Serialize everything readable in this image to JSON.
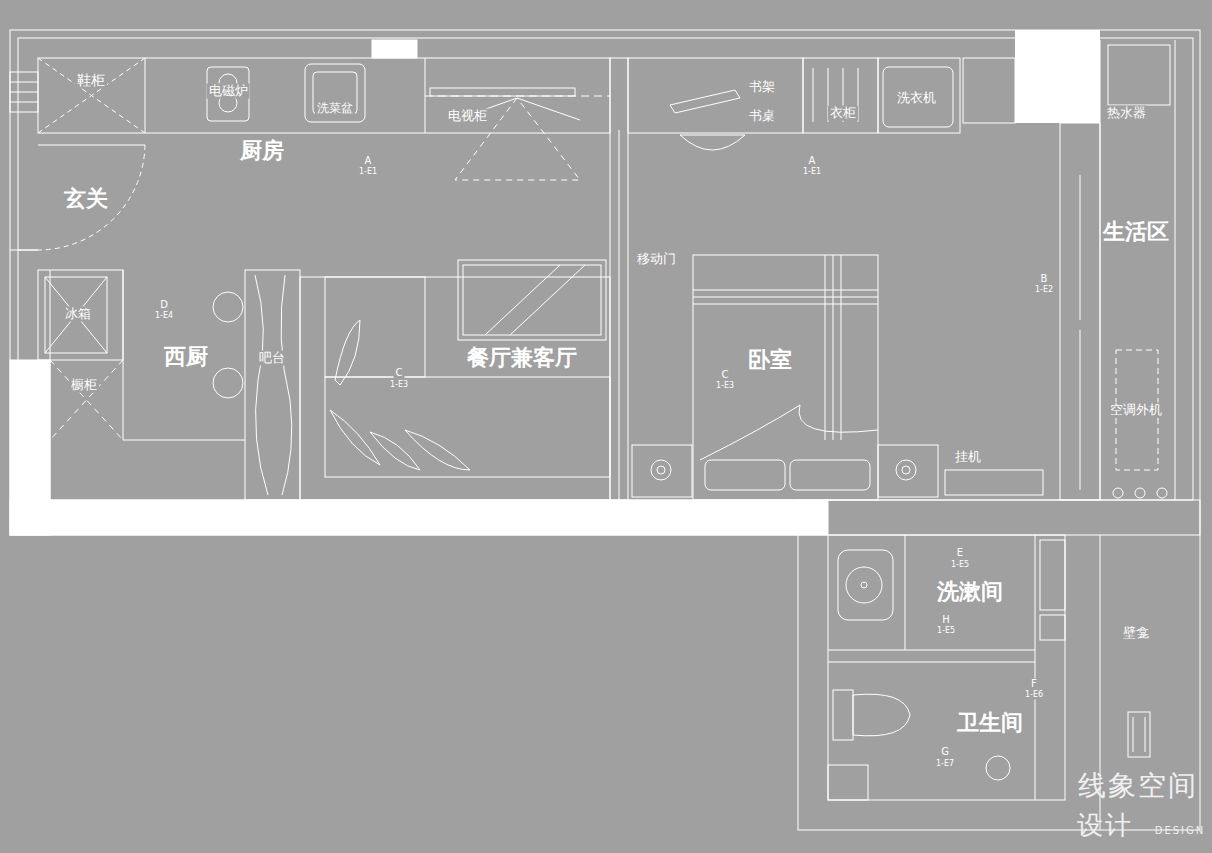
{
  "diagram": {
    "labels": [
      "鞋柜",
      "电磁炉",
      "洗菜盆",
      "电视柜",
      "厨房",
      "A",
      "1-E1",
      "玄关",
      "冰箱",
      "D",
      "1-E4",
      "西厨",
      "吧台",
      "餐厅兼客厅",
      "C",
      "1-E3",
      "橱柜",
      "书架",
      "书桌",
      "衣柜",
      "洗衣机",
      "热水器",
      "A",
      "1-E1",
      "生活区",
      "移动门",
      "B",
      "1-E2",
      "卧室",
      "C",
      "1-E3",
      "空调外机",
      "挂机",
      "E",
      "1-E5",
      "洗漱间",
      "H",
      "1-E5",
      "壁龛",
      "F",
      "1-E6",
      "卫生间",
      "G",
      "1-E7",
      "线象空间",
      "设计",
      "DESIGN"
    ]
  }
}
